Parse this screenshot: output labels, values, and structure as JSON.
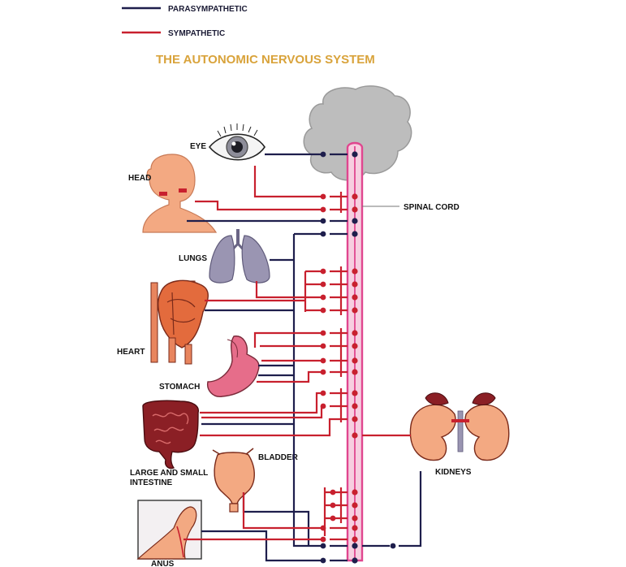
{
  "legend": {
    "parasympathetic": {
      "label": "PARASYMPATHETIC",
      "color": "#1e1e4c"
    },
    "sympathetic": {
      "label": "SYMPATHETIC",
      "color": "#c8202e"
    }
  },
  "title": "THE AUTONOMIC NERVOUS SYSTEM",
  "labels": {
    "eye": "EYE",
    "head": "HEAD",
    "lungs": "LUNGS",
    "heart": "HEART",
    "stomach": "STOMACH",
    "intestine_line1": "LARGE AND SMALL",
    "intestine_line2": "INTESTINE",
    "bladder": "BLADDER",
    "anus": "ANUS",
    "spinal_cord": "SPINAL CORD",
    "kidneys": "KIDNEYS"
  },
  "colors": {
    "title": "#d9a33b",
    "sympathetic": "#c8202e",
    "parasympathetic": "#1e1e4c",
    "spinal_cord": "#e0468f",
    "brain": "#bdbdbd",
    "organ_skin": "#f3a982",
    "organ_purple": "#9a95b2"
  },
  "icons": [
    "eye-icon",
    "head-icon",
    "brain-icon",
    "lungs-icon",
    "heart-icon",
    "stomach-icon",
    "intestine-icon",
    "bladder-icon",
    "anus-icon",
    "kidneys-icon"
  ]
}
